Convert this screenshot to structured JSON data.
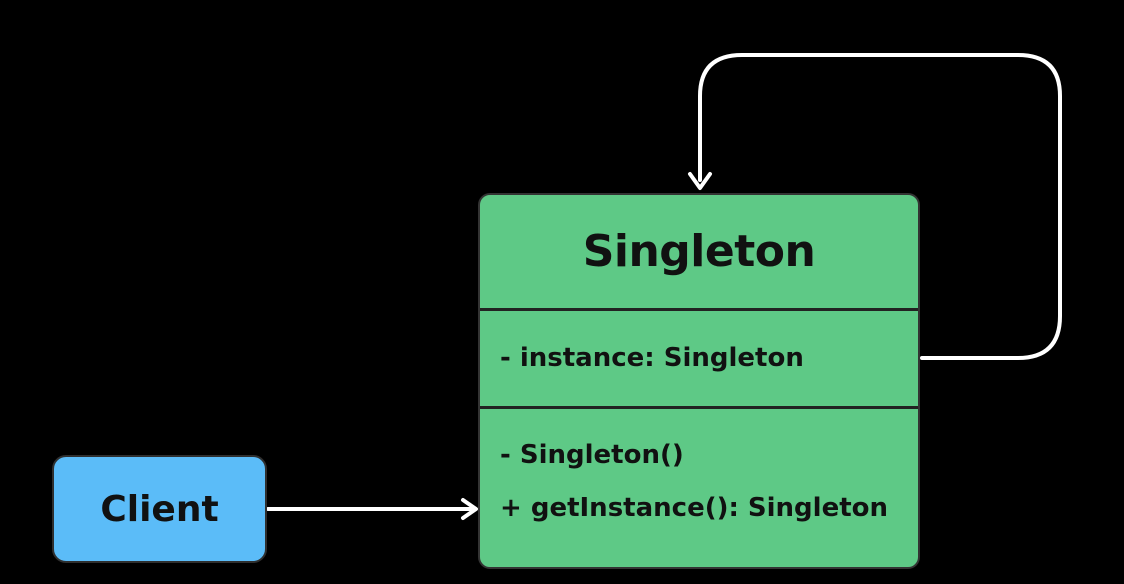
{
  "diagram": {
    "singleton_class": {
      "name": "Singleton",
      "attributes": [
        "- instance: Singleton"
      ],
      "operations": [
        "- Singleton()",
        "+ getInstance(): Singleton"
      ],
      "fill_color": "#5ec986"
    },
    "client": {
      "label": "Client",
      "fill_color": "#5bbcf8"
    },
    "connector_color": "#ffffff",
    "connectors": [
      {
        "from": "client",
        "to": "singleton_class"
      },
      {
        "from": "singleton_class.instance",
        "to": "singleton_class"
      }
    ]
  }
}
